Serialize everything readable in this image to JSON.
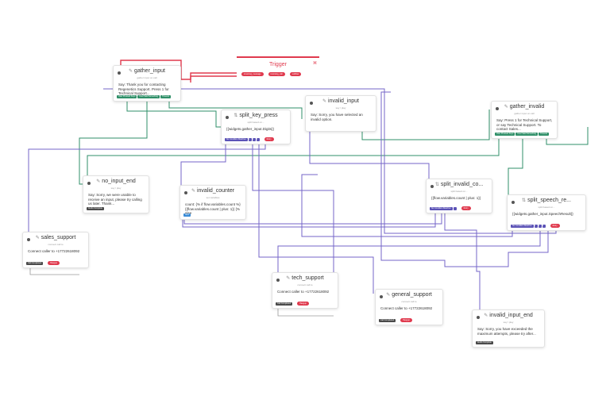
{
  "trigger": {
    "title": "Trigger",
    "close_glyph": "⌘",
    "pills": [
      "incoming_message",
      "incoming_call",
      "subflow"
    ]
  },
  "nodes": {
    "gather_input": {
      "title": "gather_input",
      "subtitle": "gather input on call",
      "body": "Say: Thank you for contacting Regenetics Support. Press 1 for Technical Support...",
      "outputs": [
        "User Pressed Keys",
        "User Said Something",
        "Timeout"
      ]
    },
    "split_key_press": {
      "title": "split_key_press",
      "subtitle": "split based on...",
      "body": "{{widgets.gather_input.Digits}}",
      "outputs": [
        "No Condition Matches",
        "1",
        "2",
        "3"
      ],
      "action": "Retry"
    },
    "invalid_input": {
      "title": "invalid_input",
      "subtitle": "say / play",
      "body": "Say: Sorry, you have selected an invalid option."
    },
    "gather_invalid": {
      "title": "gather_invalid",
      "subtitle": "gather input on call",
      "body": "Say: Press 1 for Technical Support, or say Technical Support. To contact Sales...",
      "outputs": [
        "User Pressed Keys",
        "User Said Something",
        "Timeout"
      ]
    },
    "no_input_end": {
      "title": "no_input_end",
      "subtitle": "say / play",
      "body": "Say: Sorry, we were unable to receive an input, please try calling us later. Thank...",
      "outputs": [
        "Audio Complete"
      ]
    },
    "invalid_counter": {
      "title": "invalid_counter",
      "subtitle": "set variables",
      "body": "count: {% if flow.variables.count %} {{flow.variables.count | plus: 1}} {% else",
      "outputs": [
        "Next"
      ]
    },
    "split_invalid_count": {
      "title": "split_invalid_co...",
      "subtitle": "split based on...",
      "body": "{{flow.variables.count | plus: 1}}",
      "outputs": [
        "No Condition Matches"
      ],
      "action": "Retry"
    },
    "split_speech_result": {
      "title": "split_speech_re...",
      "subtitle": "split based on...",
      "body": "{{widgets.gather_input.SpeechResult}}",
      "outputs": [
        "No Condition Matches",
        "1",
        "2",
        "3"
      ],
      "action": "Retry"
    },
    "sales_support": {
      "title": "sales_support",
      "subtitle": "connect call to",
      "body": "Connect caller to +17722618092",
      "outputs": [
        "Call Completed"
      ],
      "action": "Hangup"
    },
    "tech_support": {
      "title": "tech_support",
      "subtitle": "connect call to",
      "body": "Connect caller to +17722618092",
      "outputs": [
        "Call Completed"
      ],
      "action": "Hangup"
    },
    "general_support": {
      "title": "general_support",
      "subtitle": "connect call to",
      "body": "Connect caller to +17722618092",
      "outputs": [
        "Call Completed"
      ],
      "action": "Hangup"
    },
    "invalid_input_end": {
      "title": "invalid_input_end",
      "subtitle": "say / play",
      "body": "Say: Sorry, you have exceeded the maximum attempts, please try after...",
      "outputs": [
        "Audio Complete"
      ]
    }
  },
  "colors": {
    "trigger": "#e03a4e",
    "gather_wire": "#2f8f68",
    "split_wire": "#7466c8",
    "connect_wire": "#8e8e8e",
    "green_pill": "#2f8f68",
    "purple_pill": "#5b52b6",
    "dark_pill": "#4a4a4a",
    "red_pill": "#e03a4e",
    "blue_pill": "#3a8bd6"
  },
  "icons": {
    "widget": "pencil-icon"
  }
}
